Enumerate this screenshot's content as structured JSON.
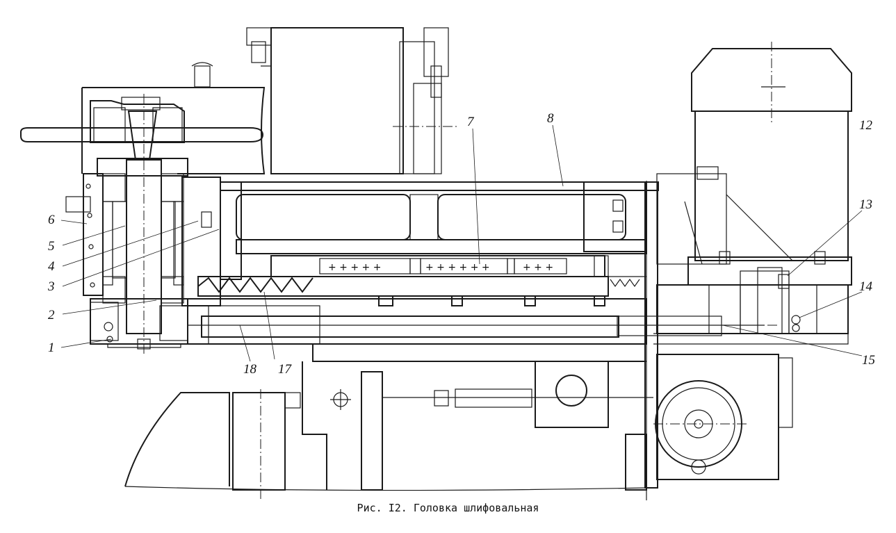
{
  "caption": "Рис. I2. Головка шлифовальная",
  "labels": [
    {
      "id": "1",
      "text": "1"
    },
    {
      "id": "2",
      "text": "2"
    },
    {
      "id": "3",
      "text": "3"
    },
    {
      "id": "4",
      "text": "4"
    },
    {
      "id": "5",
      "text": "5"
    },
    {
      "id": "6",
      "text": "6"
    },
    {
      "id": "7",
      "text": "7"
    },
    {
      "id": "8",
      "text": "8"
    },
    {
      "id": "12",
      "text": "12"
    },
    {
      "id": "13",
      "text": "13"
    },
    {
      "id": "14",
      "text": "14"
    },
    {
      "id": "15",
      "text": "15"
    },
    {
      "id": "17",
      "text": "17"
    },
    {
      "id": "18",
      "text": "18"
    }
  ],
  "plus_marks": "+  +  +  +  +",
  "plus_marks_b": "+  +  +  +  +  +",
  "plus_marks_c": "+  +  +",
  "colors": {
    "ink": "#1a1a1a",
    "paper": "#ffffff"
  }
}
